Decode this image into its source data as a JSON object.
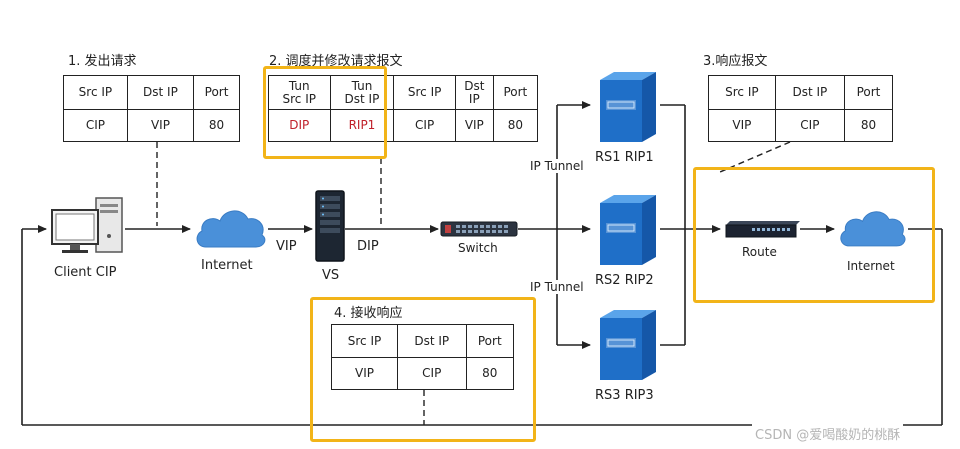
{
  "steps": {
    "s1": "1. 发出请求",
    "s2": "2. 调度并修改请求报文",
    "s3": "3.响应报文",
    "s4": "4. 接收响应"
  },
  "table1": {
    "headers": [
      "Src IP",
      "Dst IP",
      "Port"
    ],
    "values": [
      "CIP",
      "VIP",
      "80"
    ]
  },
  "table2": {
    "headers": [
      "Tun Src IP",
      "Tun Dst IP",
      "Src IP",
      "Dst IP",
      "Port"
    ],
    "header_lines": [
      [
        "Tun",
        "Src IP"
      ],
      [
        "Tun",
        "Dst IP"
      ],
      [
        "Src IP"
      ],
      [
        "Dst",
        "IP"
      ],
      [
        "Port"
      ]
    ],
    "values": [
      "DIP",
      "RIP1",
      "CIP",
      "VIP",
      "80"
    ]
  },
  "table3": {
    "headers": [
      "Src IP",
      "Dst IP",
      "Port"
    ],
    "values": [
      "VIP",
      "CIP",
      "80"
    ]
  },
  "table4": {
    "headers": [
      "Src IP",
      "Dst IP",
      "Port"
    ],
    "values": [
      "VIP",
      "CIP",
      "80"
    ]
  },
  "labels": {
    "client": "Client CIP",
    "internet_left": "Internet",
    "vip": "VIP",
    "dip": "DIP",
    "vs": "VS",
    "switch": "Switch",
    "tunnel1": "IP Tunnel",
    "tunnel2": "IP Tunnel",
    "rs1": "RS1 RIP1",
    "rs2": "RS2 RIP2",
    "rs3": "RS3 RIP3",
    "route": "Route",
    "internet_right": "Internet"
  },
  "watermark": "CSDN @爱喝酸奶的桃酥",
  "colors": {
    "highlight": "#f2b418",
    "modified_text": "#c0202a",
    "server_blue": "#1f6fc8",
    "cloud": "#4a90d9"
  },
  "icons": [
    "computer-icon",
    "cloud-icon",
    "server-rack-icon",
    "switch-icon",
    "server-icon",
    "router-icon"
  ]
}
